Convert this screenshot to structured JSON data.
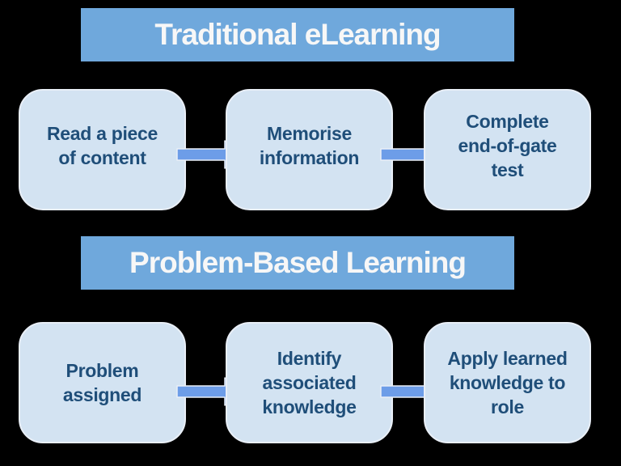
{
  "diagram": {
    "background": "#000000",
    "sections": [
      {
        "title": "Traditional eLearning",
        "steps": [
          "Read a piece\nof content",
          "Memorise\ninformation",
          "Complete\nend-of-gate\ntest"
        ]
      },
      {
        "title": "Problem-Based Learning",
        "steps": [
          "Problem\nassigned",
          "Identify\nassociated\nknowledge",
          "Apply learned\nknowledge to\nrole"
        ]
      }
    ]
  },
  "colors": {
    "page_bg": "#000000",
    "header_bg": "#6FA8DC",
    "header_text": "#F7F7F7",
    "box_bg": "#D3E3F2",
    "box_border": "#E9EFF7",
    "box_text": "#1F4E79",
    "arrow_fill": "#6D9DE8",
    "arrow_outline": "#E9EFF7"
  }
}
